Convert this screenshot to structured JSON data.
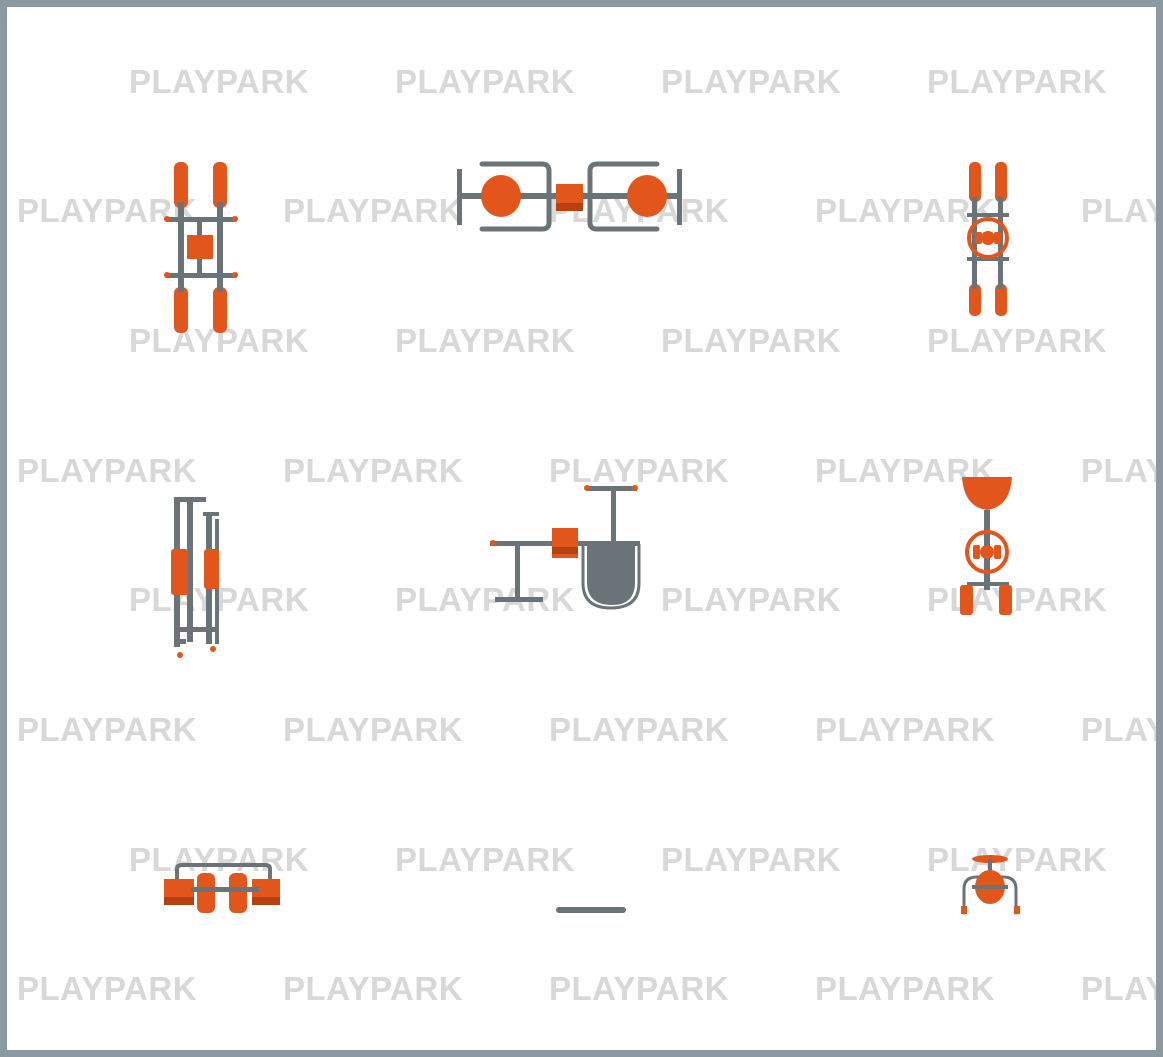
{
  "watermark": {
    "text": "PLAYPARK"
  },
  "colors": {
    "frame": "#8b9aa1",
    "steel": "#6a7478",
    "steel_dark": "#4c5558",
    "orange": "#e2561c",
    "orange_dark": "#b8400f",
    "watermark": "#d8d8d8"
  },
  "sheet": {
    "views": [
      {
        "name": "leg-press-top-view"
      },
      {
        "name": "double-seat-top-view"
      },
      {
        "name": "wheel-station-top-view"
      },
      {
        "name": "leg-press-side-view"
      },
      {
        "name": "double-seat-side-view"
      },
      {
        "name": "wheel-station-front-view"
      },
      {
        "name": "leg-press-front-view"
      },
      {
        "name": "double-seat-front-view"
      },
      {
        "name": "wheel-station-side-view"
      }
    ]
  }
}
